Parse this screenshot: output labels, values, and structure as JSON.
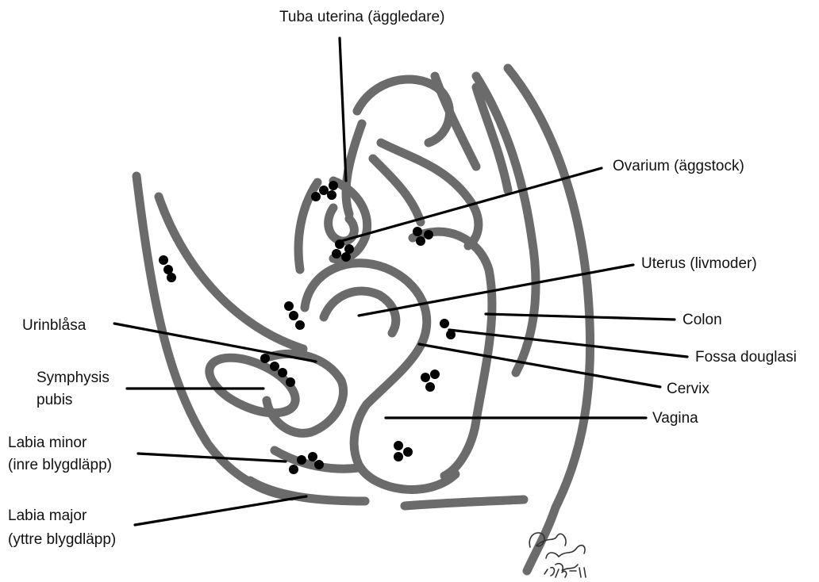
{
  "colors": {
    "outline": "#6b6b6b",
    "fill": "#5a5a5a",
    "leader": "#000000",
    "dot": "#000000",
    "text": "#111111"
  },
  "labels": {
    "tuba": "Tuba uterina (äggledare)",
    "ovarium": "Ovarium (äggstock)",
    "uterus": "Uterus (livmoder)",
    "colon": "Colon",
    "fossa": "Fossa douglasi",
    "cervix": "Cervix",
    "vagina": "Vagina",
    "urinblasa": "Urinblåsa",
    "symphysis_1": "Symphysis",
    "symphysis_2": "pubis",
    "labia_minor_1": "Labia minor",
    "labia_minor_2": "(inre blygdläpp)",
    "labia_major_1": "Labia major",
    "labia_major_2": "(yttre blygdläpp)"
  },
  "signature": {
    "name": "Anna",
    "date": "13/5-11"
  }
}
